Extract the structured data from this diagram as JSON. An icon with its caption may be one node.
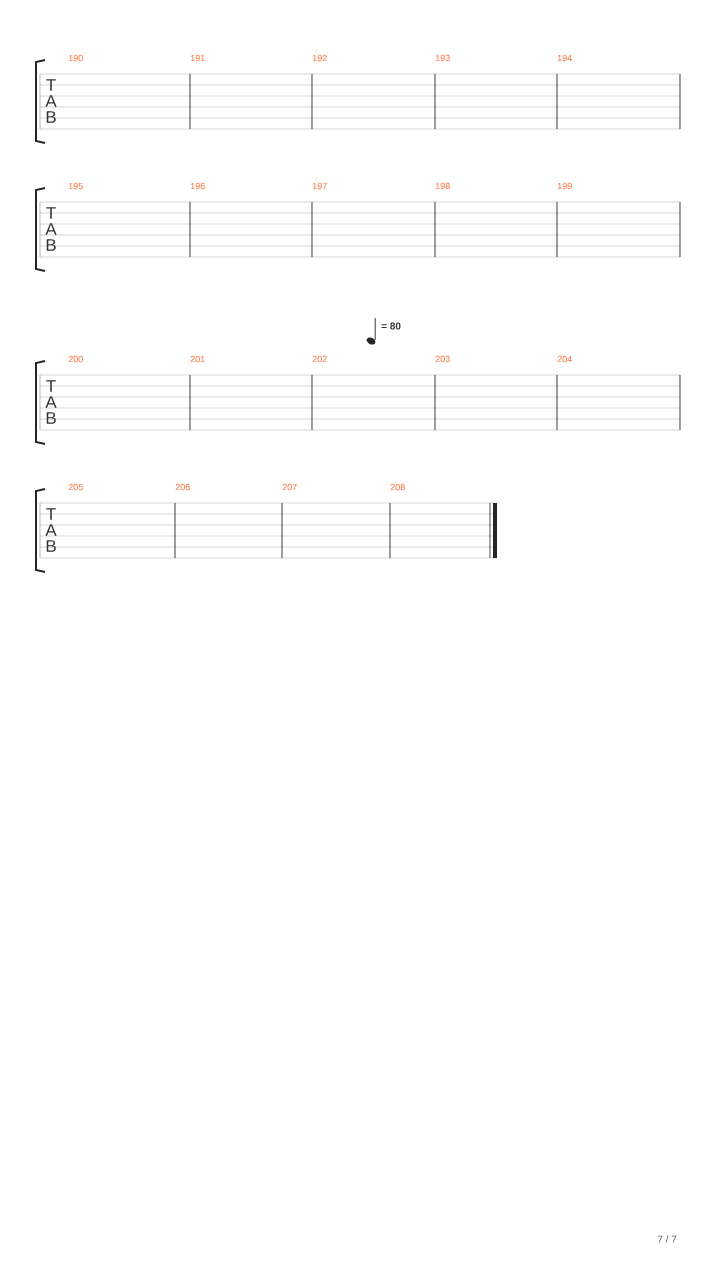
{
  "diagram": {
    "labels": [
      "190",
      "191",
      "192",
      "193",
      "194",
      "T",
      "A",
      "B",
      "195",
      "196",
      "197",
      "198",
      "199",
      "T",
      "A",
      "B",
      "= 80",
      "200",
      "201",
      "202",
      "203",
      "204",
      "T",
      "A",
      "B",
      "205",
      "206",
      "207",
      "208",
      "T",
      "A",
      "B",
      "7 / 7"
    ]
  }
}
